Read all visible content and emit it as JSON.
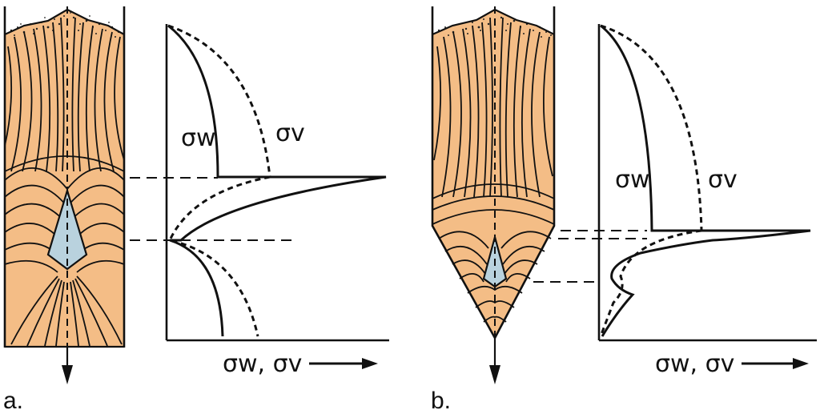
{
  "panels": [
    {
      "letter": "a.",
      "curve_labels": {
        "wall": "σw",
        "vertical": "σv"
      },
      "axis_label": "σw, σv"
    },
    {
      "letter": "b.",
      "curve_labels": {
        "wall": "σw",
        "vertical": "σv"
      },
      "axis_label": "σw, σv"
    }
  ],
  "colors": {
    "bulk_solid": "#f4bd86",
    "flow_zone": "#b9d2de",
    "outline": "#111111"
  }
}
